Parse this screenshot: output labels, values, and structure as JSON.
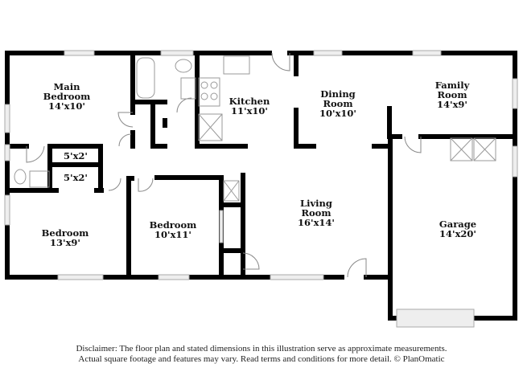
{
  "rooms": [
    {
      "name": "Main",
      "name2": "Bedroom",
      "size": "14'x10'"
    },
    {
      "name": "Kitchen",
      "size": "11'x10'"
    },
    {
      "name": "Dining",
      "name2": "Room",
      "size": "10'x10'"
    },
    {
      "name": "Family",
      "name2": "Room",
      "size": "14'x9'"
    },
    {
      "name": "Living",
      "name2": "Room",
      "size": "16'x14'"
    },
    {
      "name": "Garage",
      "size": "14'x20'"
    },
    {
      "name": "Bedroom",
      "size": "13'x9'"
    },
    {
      "name": "Bedroom",
      "size": "10'x11'"
    },
    {
      "size": "5'x2'"
    },
    {
      "size": "5'x2'"
    }
  ],
  "disclaimer": {
    "line1": "Disclaimer: The floor plan and stated dimensions in this illustration serve as approximate measurements.",
    "line2": "Actual square footage and features may vary. Read terms and conditions for more detail. © PlanOmatic"
  },
  "colors": {
    "wall": "#000000",
    "window": "#dddddd",
    "fixture": "#999999"
  }
}
